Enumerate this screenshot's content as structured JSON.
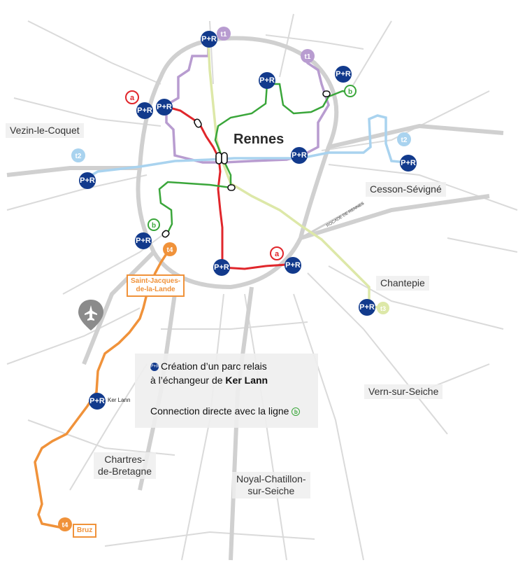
{
  "map": {
    "city": "Rennes",
    "places": {
      "vezin": "Vezin-le-Coquet",
      "cesson": "Cesson-Sévigné",
      "chantepie": "Chantepie",
      "vern": "Vern-sur-Seiche",
      "chartres_1": "Chartres-",
      "chartres_2": "de-Bretagne",
      "noyal_1": "Noyal-Chatillon-",
      "noyal_2": "sur-Seiche"
    },
    "stations": {
      "sjl_1": "Saint-Jacques-",
      "sjl_2": "de-la-Lande",
      "bruz": "Bruz",
      "ker_lann": "Ker Lann"
    },
    "road_label": "ROCADE DE RENNES",
    "line_badges": {
      "a": "a",
      "b": "b",
      "t1": "t1",
      "t2": "t2",
      "t3": "t3",
      "t4": "t4"
    },
    "park_ride_label": "P+R",
    "info_box": {
      "line1": "Création d’un parc relais",
      "line2_prefix": "à l’échangeur de ",
      "line2_bold": "Ker Lann",
      "line3": "Connection directe avec la ligne"
    },
    "colors": {
      "line_a": "#e0262b",
      "line_b": "#3aa63a",
      "line_t1": "#b89cd0",
      "line_t2": "#a9d3ef",
      "line_t3": "#dde8a8",
      "line_t4": "#f0923a",
      "park_ride": "#123a8c",
      "roads": "#d6d6d6"
    }
  }
}
